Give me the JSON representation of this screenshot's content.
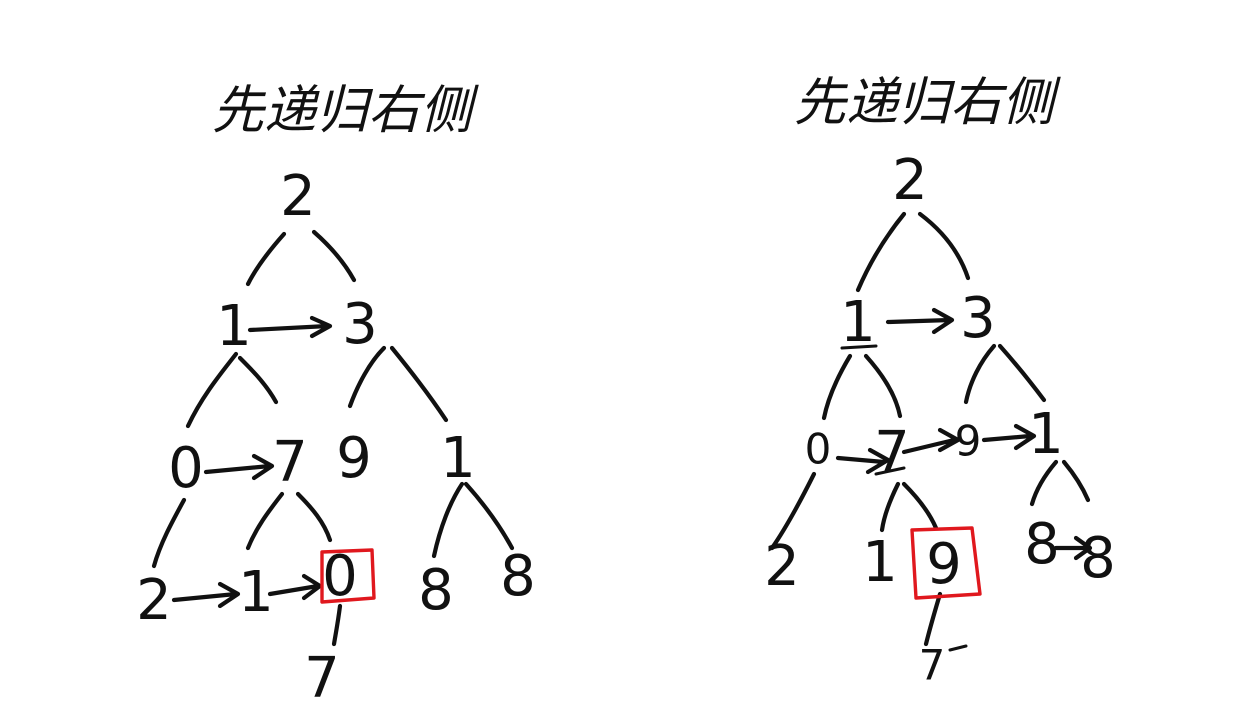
{
  "diagrams": [
    {
      "title": "先递归右侧",
      "nodes": {
        "root": "2",
        "l1_left": "1",
        "l1_right": "3",
        "l2_a": "0",
        "l2_b": "7",
        "l2_c": "9",
        "l2_d": "1",
        "l3_a": "2",
        "l3_b": "1",
        "l3_c": "0",
        "l3_d": "8",
        "l3_e": "8",
        "l4_a": "7"
      },
      "highlighted": "l3_c"
    },
    {
      "title": "先递归右侧",
      "nodes": {
        "root": "2",
        "l1_left": "1",
        "l1_right": "3",
        "l2_a": "0",
        "l2_b": "7",
        "l2_c": "9",
        "l2_d": "1",
        "l3_a": "2",
        "l3_b": "1",
        "l3_c": "9",
        "l3_d": "8",
        "l3_e": "8",
        "l4_a": "7"
      },
      "highlighted": "l3_c"
    }
  ],
  "colors": {
    "ink": "#111111",
    "highlight": "#e0181e",
    "background": "#ffffff"
  }
}
